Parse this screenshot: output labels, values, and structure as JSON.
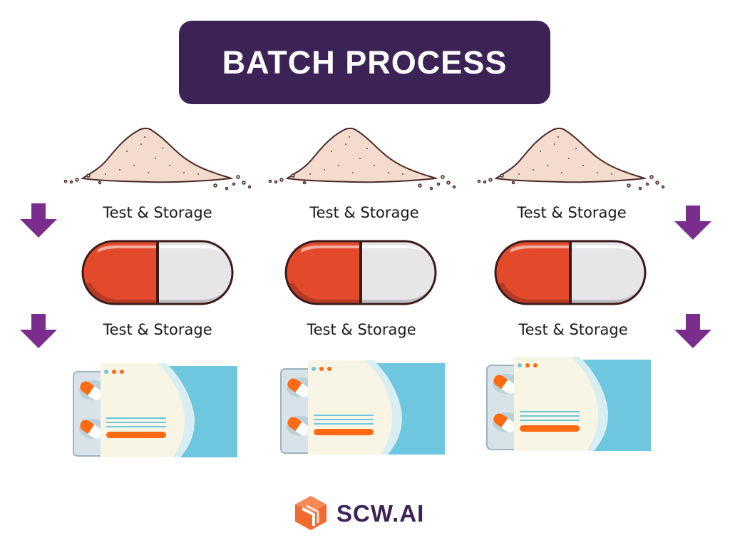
{
  "title": "BATCH PROCESS",
  "colors": {
    "title_bg": "#3b2356",
    "arrow": "#7b2d8e",
    "capsule_red": "#e34a2b",
    "capsule_white": "#e6e6e8",
    "powder": "#f3dccd",
    "box_blue": "#6fc6df",
    "card": "#f8f5e4",
    "accent_orange": "#ff6a13",
    "logo_orange": "#f26a2e"
  },
  "row1_labels": [
    "Test & Storage",
    "Test & Storage",
    "Test & Storage"
  ],
  "row2_labels": [
    "Test & Storage",
    "Test & Storage",
    "Test & Storage"
  ],
  "logo": {
    "text": "SCW.AI"
  }
}
